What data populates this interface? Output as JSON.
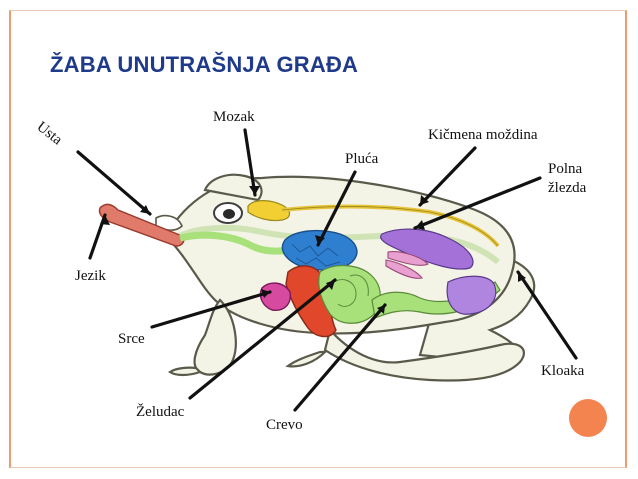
{
  "slide": {
    "title": "ŽABA UNUTRAŠNJA GRAĐA"
  },
  "labels": {
    "usta": "Usta",
    "mozak": "Mozak",
    "kicmena_mozdina": "Kičmena moždina",
    "pluca": "Pluća",
    "polna_line1": "Polna",
    "polna_line2": "žlezda",
    "jezik": "Jezik",
    "srce": "Srce",
    "kloaka": "Kloaka",
    "zeludac": "Želudac",
    "crevo": "Crevo"
  },
  "colors": {
    "title": "#1f3a8a",
    "frame_accent": "#ef9b6f",
    "orange_dot": "#f4844f",
    "body_fill": "#f3f3e6",
    "tongue": "#e07a6a",
    "brain": "#f2d033",
    "lungs": "#2f7fd0",
    "heart": "#d64aa0",
    "stomach": "#e0472b",
    "intestine": "#a8e07a",
    "kidney": "#a371d8",
    "gonad": "#e8a0d0"
  }
}
